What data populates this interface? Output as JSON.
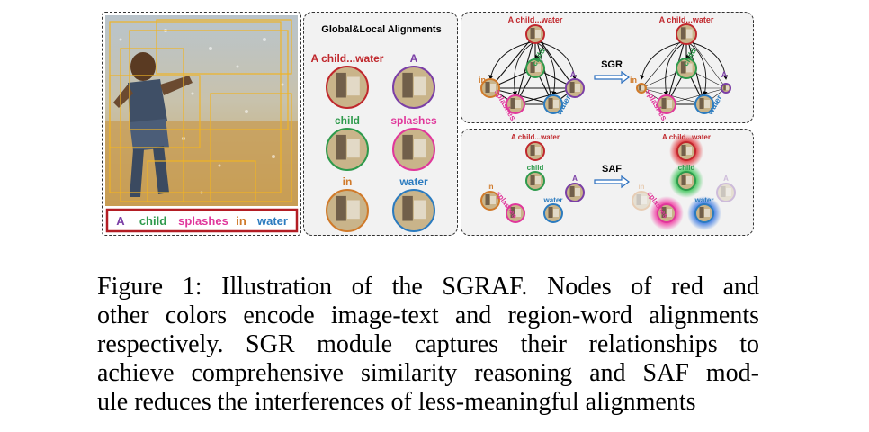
{
  "photo_panel": {
    "caption_words": [
      {
        "text": "A",
        "color": "#7b3fa6"
      },
      {
        "text": "child",
        "color": "#2e9a4c"
      },
      {
        "text": "splashes",
        "color": "#e0379b"
      },
      {
        "text": "in",
        "color": "#d07a2a"
      },
      {
        "text": "water",
        "color": "#2b7bbf"
      }
    ]
  },
  "alignment_panel": {
    "title": "Global&Local  Alignments",
    "nodes": [
      {
        "label": "A child...water",
        "color": "#c0282d"
      },
      {
        "label": "A",
        "color": "#7b3fa6"
      },
      {
        "label": "child",
        "color": "#2e9a4c"
      },
      {
        "label": "splashes",
        "color": "#e0379b"
      },
      {
        "label": "in",
        "color": "#d07a2a"
      },
      {
        "label": "water",
        "color": "#2b7bbf"
      }
    ]
  },
  "sgr_panel": {
    "arrow_label": "SGR",
    "node_labels": [
      "A child...water",
      "child",
      "in",
      "A",
      "splashes",
      "water"
    ]
  },
  "saf_panel": {
    "arrow_label": "SAF",
    "node_labels": [
      "A child...water",
      "child",
      "in",
      "A",
      "splashes",
      "water"
    ]
  },
  "caption": {
    "lines": [
      "Figure 1: Illustration of the SGRAF. Nodes of red and",
      "other colors encode image-text and region-word alignments",
      "respectively. SGR module captures their relationships to",
      "achieve comprehensive similarity reasoning and SAF mod-",
      "ule reduces the interferences of less-meaningful alignments"
    ]
  }
}
